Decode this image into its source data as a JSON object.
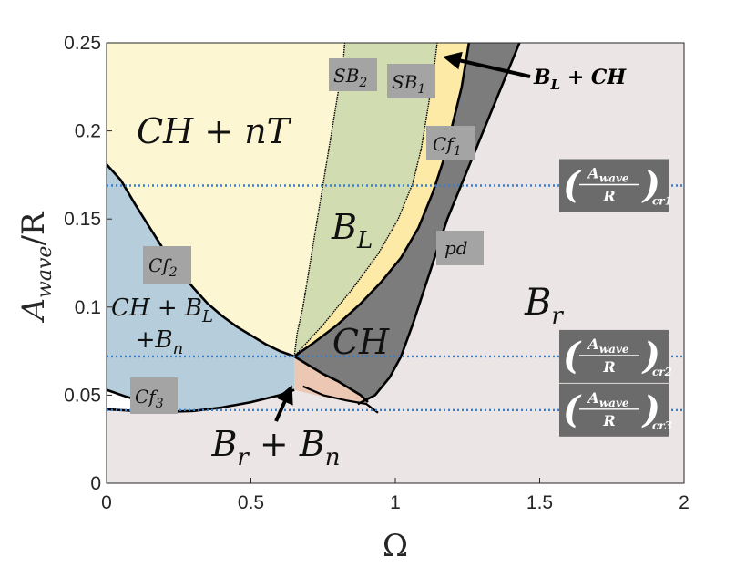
{
  "chart_data": {
    "type": "area",
    "title": "",
    "xlabel": "Ω",
    "ylabel": {
      "base": "A",
      "sub": "wave",
      "tail": "/R"
    },
    "xlim": [
      0,
      2
    ],
    "ylim": [
      0,
      0.25
    ],
    "x_ticks": [
      "0",
      "0.5",
      "1",
      "1.5",
      "2"
    ],
    "y_ticks": [
      "0",
      "0.05",
      "0.1",
      "0.15",
      "0.2",
      "0.25"
    ],
    "grid": false,
    "critical_lines": [
      {
        "name": "cr1",
        "y": 0.169
      },
      {
        "name": "cr2",
        "y": 0.072
      },
      {
        "name": "cr3",
        "y": 0.0415
      }
    ],
    "critical_labels": {
      "numer_base": "A",
      "numer_sub": "wave",
      "denom": "R",
      "subs": [
        "cr1",
        "cr2",
        "cr3"
      ]
    },
    "boundaries": {
      "cf2": [
        [
          0,
          0.181
        ],
        [
          0.05,
          0.172
        ],
        [
          0.1,
          0.158
        ],
        [
          0.15,
          0.145
        ],
        [
          0.2,
          0.132
        ],
        [
          0.25,
          0.121
        ],
        [
          0.3,
          0.111
        ],
        [
          0.35,
          0.102
        ],
        [
          0.4,
          0.095
        ],
        [
          0.45,
          0.089
        ],
        [
          0.5,
          0.084
        ],
        [
          0.55,
          0.079
        ],
        [
          0.6,
          0.075
        ],
        [
          0.65,
          0.072
        ]
      ],
      "cf3_lower": [
        [
          0,
          0.042
        ],
        [
          0.1,
          0.041
        ],
        [
          0.2,
          0.0405
        ],
        [
          0.3,
          0.041
        ],
        [
          0.4,
          0.043
        ],
        [
          0.5,
          0.046
        ],
        [
          0.6,
          0.05
        ],
        [
          0.65,
          0.053
        ]
      ],
      "cf3_white_upper": [
        [
          0,
          0.053
        ],
        [
          0.07,
          0.049
        ],
        [
          0.15,
          0.045
        ],
        [
          0.2,
          0.042
        ],
        [
          0.24,
          0.0405
        ]
      ],
      "br_bn_upper": [
        [
          0.65,
          0.072
        ],
        [
          0.7,
          0.067
        ],
        [
          0.75,
          0.062
        ],
        [
          0.8,
          0.058
        ],
        [
          0.85,
          0.053
        ],
        [
          0.88,
          0.05
        ],
        [
          0.905,
          0.046
        ]
      ],
      "br_bn_lower": [
        [
          0.65,
          0.053
        ],
        [
          0.75,
          0.049
        ],
        [
          0.85,
          0.046
        ],
        [
          0.905,
          0.046
        ]
      ],
      "inner_curve": [
        [
          0.68,
          0.055
        ],
        [
          0.75,
          0.05
        ],
        [
          0.83,
          0.047
        ],
        [
          0.9,
          0.045
        ],
        [
          0.94,
          0.04
        ]
      ],
      "sb2": [
        [
          0.65,
          0.072
        ],
        [
          0.66,
          0.085
        ],
        [
          0.68,
          0.1
        ],
        [
          0.7,
          0.12
        ],
        [
          0.72,
          0.14
        ],
        [
          0.74,
          0.16
        ],
        [
          0.76,
          0.18
        ],
        [
          0.78,
          0.2
        ],
        [
          0.8,
          0.22
        ],
        [
          0.82,
          0.24
        ],
        [
          0.825,
          0.25
        ]
      ],
      "sb1": [
        [
          0.65,
          0.072
        ],
        [
          0.75,
          0.09
        ],
        [
          0.85,
          0.11
        ],
        [
          0.94,
          0.13
        ],
        [
          1.01,
          0.15
        ],
        [
          1.06,
          0.17
        ],
        [
          1.09,
          0.19
        ],
        [
          1.11,
          0.21
        ],
        [
          1.13,
          0.23
        ],
        [
          1.145,
          0.25
        ]
      ],
      "ch_left": [
        [
          0.65,
          0.072
        ],
        [
          0.72,
          0.08
        ],
        [
          0.8,
          0.09
        ],
        [
          0.88,
          0.102
        ],
        [
          0.95,
          0.114
        ],
        [
          1.02,
          0.128
        ],
        [
          1.08,
          0.145
        ],
        [
          1.13,
          0.165
        ],
        [
          1.17,
          0.185
        ],
        [
          1.2,
          0.205
        ],
        [
          1.23,
          0.225
        ],
        [
          1.255,
          0.25
        ]
      ],
      "pd": [
        [
          0.87,
          0.045
        ],
        [
          0.93,
          0.05
        ],
        [
          0.98,
          0.06
        ],
        [
          1.02,
          0.072
        ],
        [
          1.06,
          0.09
        ],
        [
          1.1,
          0.11
        ],
        [
          1.14,
          0.13
        ],
        [
          1.18,
          0.15
        ],
        [
          1.23,
          0.17
        ],
        [
          1.28,
          0.19
        ],
        [
          1.33,
          0.21
        ],
        [
          1.38,
          0.23
        ],
        [
          1.43,
          0.25
        ]
      ],
      "cf1": [
        [
          1.09,
          0.18
        ],
        [
          1.11,
          0.22
        ],
        [
          1.13,
          0.25
        ]
      ]
    },
    "regions": [
      {
        "id": "nT",
        "label": "CH + nT",
        "color": "#fdf6d3"
      },
      {
        "id": "blue",
        "label_line1": "CH + B_L",
        "label_line2": "+B_n",
        "color": "#b6cedb"
      },
      {
        "id": "BL",
        "label": "B_L",
        "color": "#d2dcb1"
      },
      {
        "id": "CH",
        "label": "CH",
        "color": "#7c7c7c"
      },
      {
        "id": "Br",
        "label": "B_r",
        "color": "#ebe5e5"
      },
      {
        "id": "BrBn",
        "label": "B_r + B_n",
        "color": "#ecc7b4"
      },
      {
        "id": "BLCH",
        "label": "B_L + CH",
        "color": "#fdeaa6"
      }
    ],
    "tags": {
      "SB2": {
        "base": "SB",
        "sub": "2"
      },
      "SB1": {
        "base": "SB",
        "sub": "1"
      },
      "Cf1": {
        "base": "Cf",
        "sub": "1"
      },
      "Cf2": {
        "base": "Cf",
        "sub": "2"
      },
      "Cf3": {
        "base": "Cf",
        "sub": "3"
      },
      "pd": {
        "base": "pd",
        "sub": ""
      }
    },
    "colors": {
      "critical_line": "#3d7ec9",
      "tag_bg": "#a4a4a4",
      "cr_bg": "#6b6b6b",
      "boundary": "#000000"
    }
  }
}
